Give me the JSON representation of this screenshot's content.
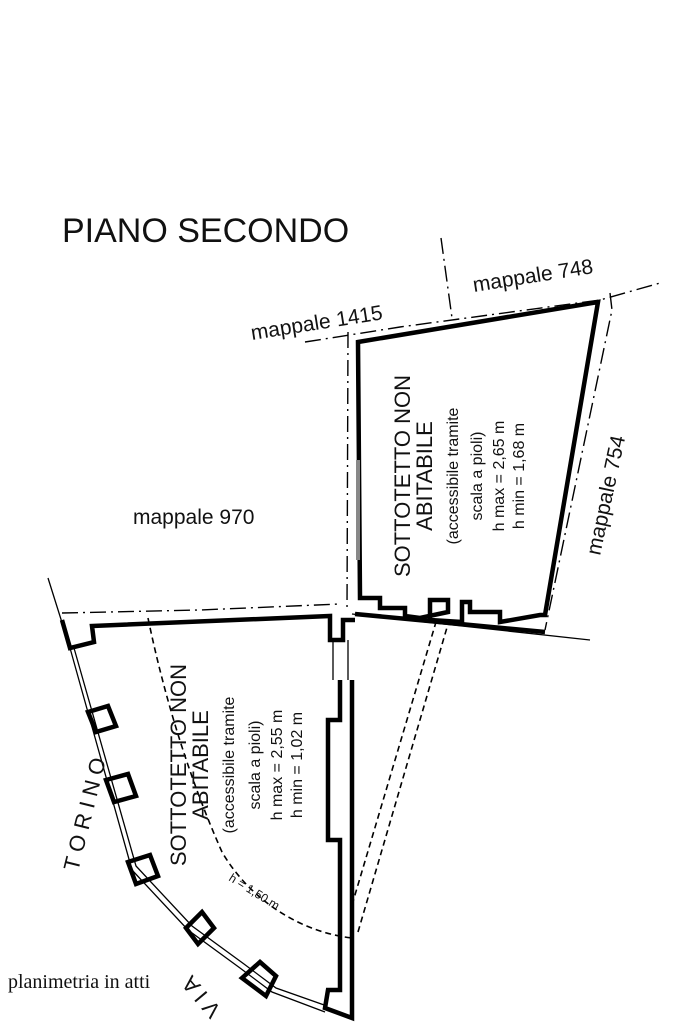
{
  "drawing": {
    "title": "PIANO SECONDO",
    "footer_note": "planimetria in atti",
    "street": {
      "part1": "T O R I N O",
      "part2": "V I A"
    },
    "parcels": [
      {
        "label": "mappale 1415"
      },
      {
        "label": "mappale 748"
      },
      {
        "label": "mappale 754"
      },
      {
        "label": "mappale 970"
      }
    ],
    "rooms": [
      {
        "name_line1": "SOTTOTETTO NON",
        "name_line2": "ABITABILE",
        "access_line1": "(accessibile tramite",
        "access_line2": "scala a pioli)",
        "h_max": "h max = 2,65 m",
        "h_min": "h min = 1,68 m"
      },
      {
        "name_line1": "SOTTOTETTO NON",
        "name_line2": "ABITABILE",
        "access_line1": "(accessibile tramite",
        "access_line2": "scala a pioli)",
        "h_max": "h max = 2,55 m",
        "h_min": "h min = 1,02 m",
        "height_contour": "h = 1,50 m"
      }
    ]
  }
}
